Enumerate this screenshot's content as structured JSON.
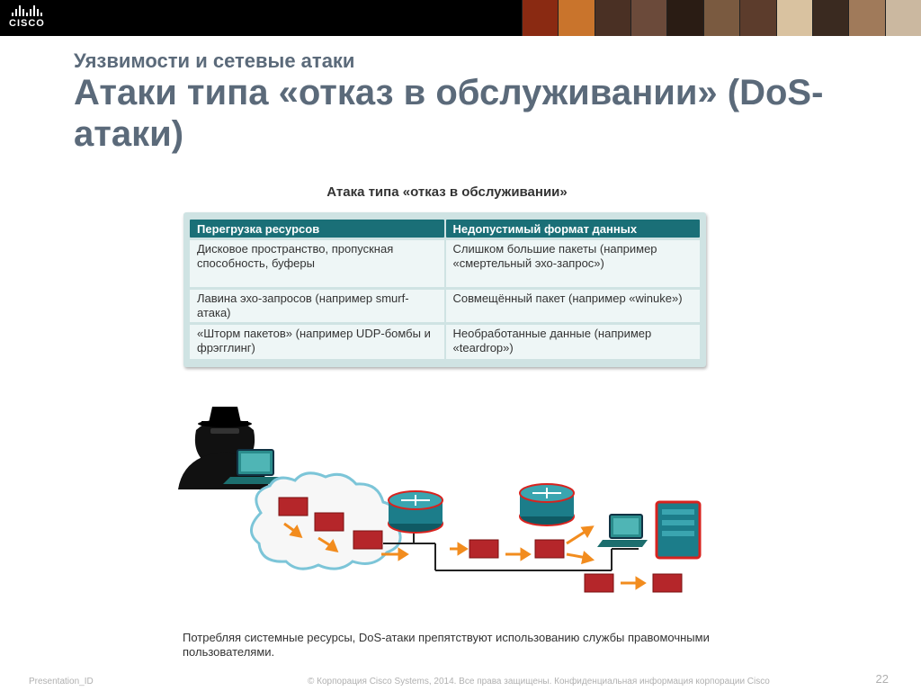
{
  "header": {
    "logo_text": "CISCO",
    "photos": [
      "#8a2a12",
      "#c9742c",
      "#4a3024",
      "#6b4a3a",
      "#2a1c14",
      "#7a5a40",
      "#5c3c2c",
      "#d9c2a0",
      "#3a2a20",
      "#a07a5a",
      "#cbb8a0"
    ]
  },
  "slide": {
    "subtitle": "Уязвимости и сетевые атаки",
    "title": "Атаки типа «отказ в обслуживании» (DoS-атаки)"
  },
  "table": {
    "title": "Атака типа «отказ в обслуживании»",
    "headers": [
      "Перегрузка ресурсов",
      "Недопустимый формат данных"
    ],
    "rows": [
      [
        "Дисковое пространство, пропускная способность, буферы",
        "Слишком большие пакеты (например «смертельный эхо-запрос»)"
      ],
      [
        "Лавина эхо-запросов (например smurf-атака)",
        "Совмещённый пакет (например «winuke»)"
      ],
      [
        "«Шторм пакетов» (например UDP-бомбы и фрэгглинг)",
        "Необработанные данные (например «teardrop»)"
      ]
    ]
  },
  "diagram": {
    "attacker": "attacker-icon",
    "laptop": "laptop-icon",
    "cloud": "cloud-icon",
    "router": "router-icon",
    "server": "server-icon",
    "packet_color": "#b5262a",
    "arrow_color": "#f28c1e",
    "router_color": "#1c7d8a",
    "highlight_color": "#d8231f"
  },
  "caption": "Потребляя системные ресурсы, DoS-атаки препятствуют использованию службы правомочными пользователями.",
  "footer": {
    "presentation_id": "Presentation_ID",
    "copyright": "© Корпорация Cisco Systems, 2014. Все права защищены.    Конфиденциальная информация корпорации Cisco",
    "page_number": "22"
  }
}
